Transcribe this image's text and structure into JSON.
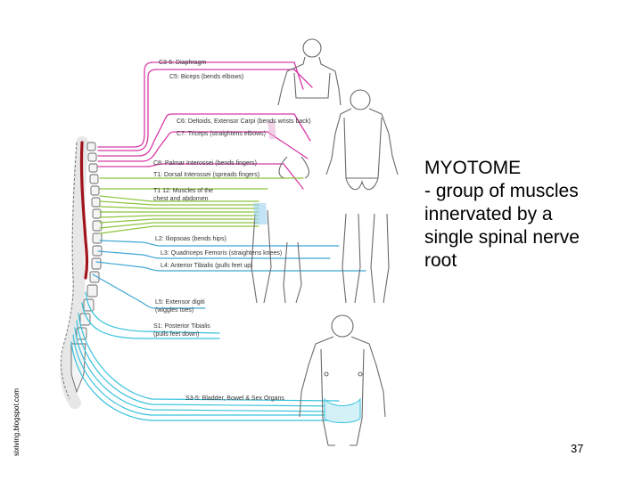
{
  "caption": {
    "lines": [
      "MYOTOME",
      "- group of muscles",
      "innervated by a",
      "single spinal nerve",
      "root"
    ]
  },
  "slide_number": "37",
  "watermark": "sixiving.blogspot.com",
  "colors": {
    "cervical": "#d63aa6",
    "thoracic": "#8cc43c",
    "lumbar": "#3fa6d4",
    "sacral": "#38c2dc",
    "cord": "#a0141c"
  },
  "myotomes": [
    {
      "id": "c3-5",
      "label": "C3-5: Diaphragm",
      "region": "cervical"
    },
    {
      "id": "c5",
      "label": "C5: Biceps (bends elbows)",
      "region": "cervical"
    },
    {
      "id": "c6",
      "label": "C6: Deltoids, Extensor Carpi (bends wrists back)",
      "region": "cervical"
    },
    {
      "id": "c7",
      "label": "C7: Triceps (straightens elbows)",
      "region": "cervical"
    },
    {
      "id": "c8",
      "label": "C8: Palmar Interossei (bends fingers)",
      "region": "cervical"
    },
    {
      "id": "t1",
      "label": "T1: Dorsal Interossei (spreads fingers)",
      "region": "thoracic"
    },
    {
      "id": "t1-12",
      "label_lines": [
        "T1  12: Muscles of the",
        "chest and abdomen"
      ],
      "region": "thoracic"
    },
    {
      "id": "l2",
      "label": "L2: Iliopsoas (bends hips)",
      "region": "lumbar"
    },
    {
      "id": "l3",
      "label": "L3: Quadriceps Femoris (straightens knees)",
      "region": "lumbar"
    },
    {
      "id": "l4",
      "label": "L4: Anterior Tibialis (pulls feet up)",
      "region": "lumbar"
    },
    {
      "id": "l5",
      "label_lines": [
        "L5: Extensor digiti",
        "(wiggles toes)"
      ],
      "region": "lumbar"
    },
    {
      "id": "s1",
      "label_lines": [
        "S1: Posterior Tibialis",
        "(pulls feet down)"
      ],
      "region": "sacral"
    },
    {
      "id": "s3-5",
      "label": "S3-5: Bladder, Bowel & Sex Organs",
      "region": "sacral"
    }
  ]
}
